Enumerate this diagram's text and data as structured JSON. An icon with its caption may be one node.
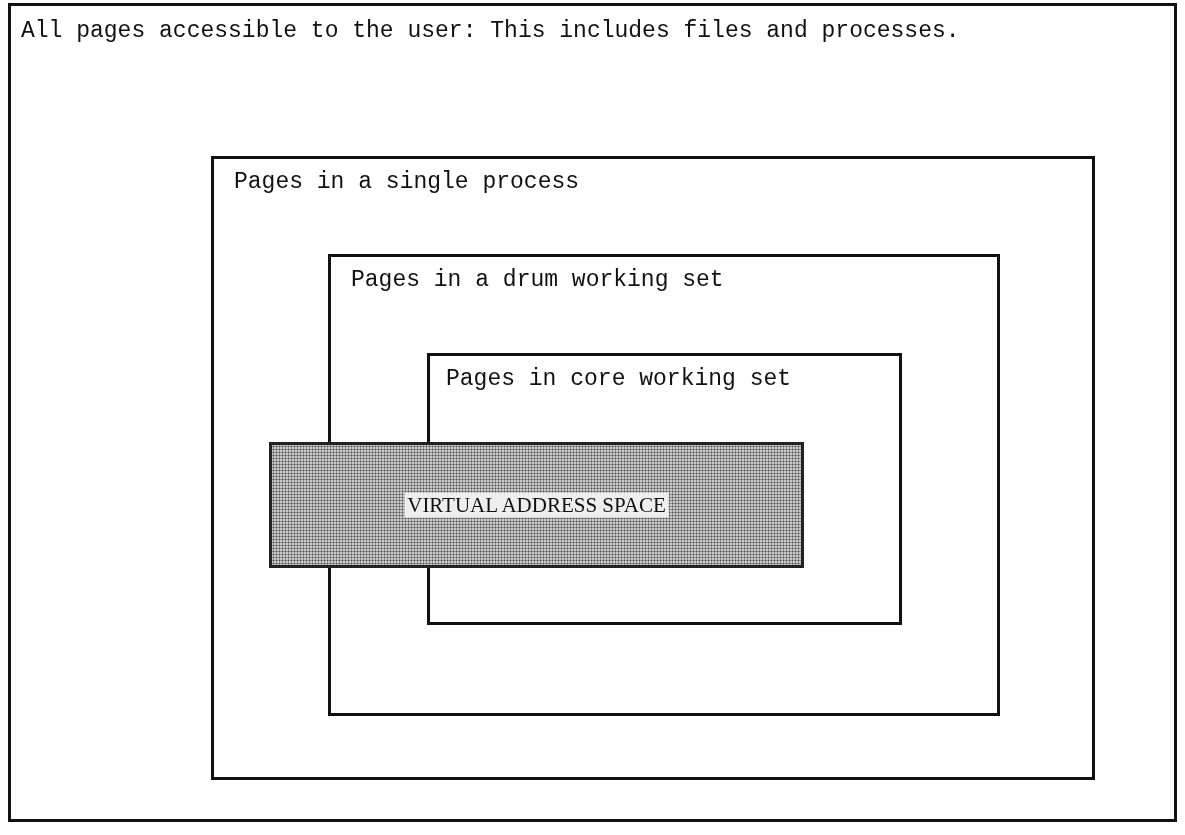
{
  "diagram": {
    "nodes": [
      {
        "text": [
          "All pages accessible to the user: This includes files and processes."
        ]
      },
      {
        "text": [
          "Pages in a single process"
        ],
        "in": 0
      },
      {
        "text": [
          "Pages in a drum working set"
        ],
        "in": 1
      },
      {
        "text": [
          "Pages in core working set"
        ],
        "in": 2
      },
      {
        "text": [
          "VIRTUAL ADDRESS SPACE"
        ],
        "in": 1
      }
    ],
    "edges": []
  }
}
